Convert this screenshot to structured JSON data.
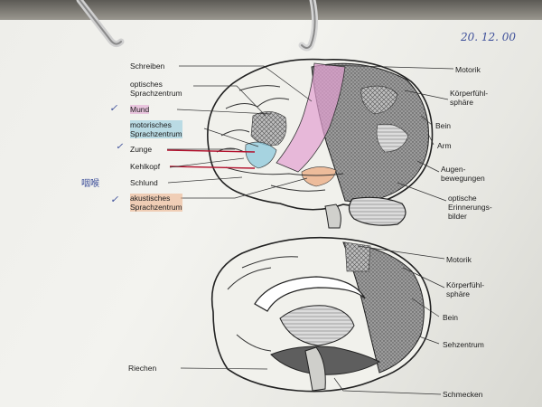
{
  "handwritten": {
    "date": "20. 12. 00",
    "checkmarks": [
      "✓",
      "✓",
      "✓"
    ],
    "cjk_note": "咽喉"
  },
  "top_diagram": {
    "left_labels": {
      "schreiben": "Schreiben",
      "optisches": [
        "optisches",
        "Sprachzentrum"
      ],
      "mund": "Mund",
      "motorisches": [
        "motorisches",
        "Sprachzentrum"
      ],
      "zunge": "Zunge",
      "kehlkopf": "Kehlkopf",
      "schlund": "Schlund",
      "akustisches": [
        "akustisches",
        "Sprachzentrum"
      ]
    },
    "right_labels": {
      "motorik": "Motorik",
      "koerper": [
        "Körperfühl-",
        "sphäre"
      ],
      "bein": "Bein",
      "arm": "Arm",
      "augen": [
        "Augen-",
        "bewegungen"
      ],
      "erinnerung": [
        "optische",
        "Erinnerungs-",
        "bilder"
      ]
    }
  },
  "bottom_diagram": {
    "labels": {
      "motorik": "Motorik",
      "koerper": [
        "Körperfühl-",
        "sphäre"
      ],
      "bein": "Bein",
      "sehzentrum": "Sehzentrum",
      "riechen": "Riechen",
      "schmecken": "Schmecken"
    }
  },
  "colors": {
    "highlight_pink": "#e2a0d2",
    "highlight_cyan": "#8cc8dc",
    "highlight_orange": "#ecaf87",
    "ink_blue": "#3d4f9a",
    "red_line": "#b3122e"
  }
}
